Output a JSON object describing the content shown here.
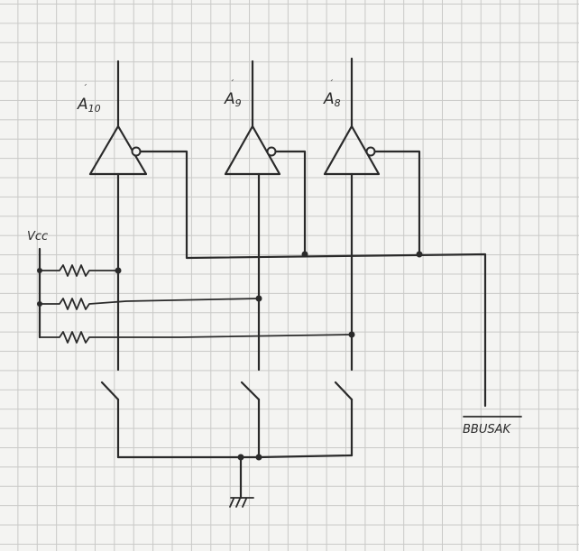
{
  "labels": {
    "a10": "A10",
    "a9": "A9",
    "a8": "A8",
    "vcc": "Vcc",
    "bbusak": "BBUSAK"
  },
  "components": {
    "buffers": [
      "inverting-buffer-a10",
      "inverting-buffer-a9",
      "inverting-buffer-a8"
    ],
    "resistors": [
      "pullup-resistor-1",
      "pullup-resistor-2",
      "pullup-resistor-3"
    ],
    "switches": [
      "switch-1",
      "switch-2",
      "switch-3"
    ],
    "ground": "ground-symbol"
  },
  "colors": {
    "ink": "#2a2a2a",
    "paper": "#f4f4f2",
    "grid": "#c9c9c7"
  }
}
